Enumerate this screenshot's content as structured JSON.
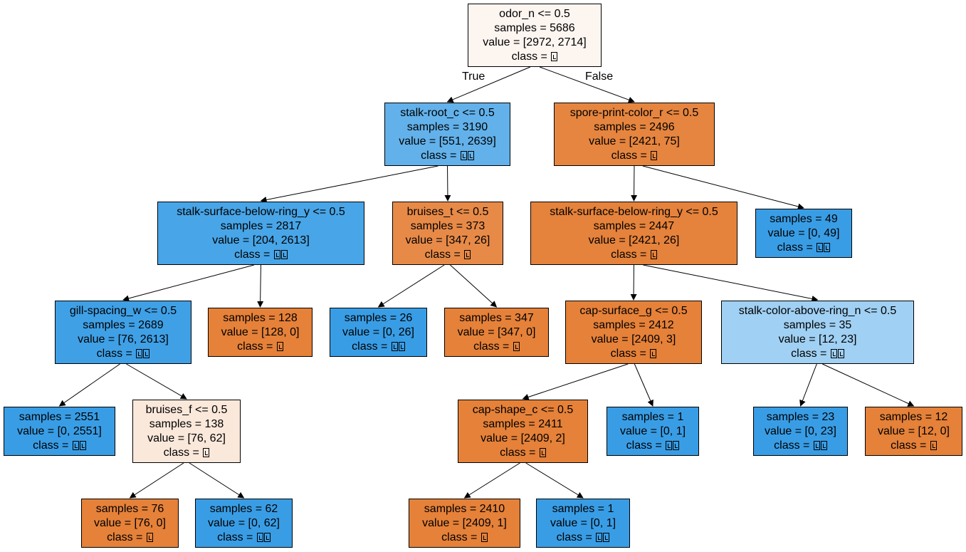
{
  "tree": {
    "nodes": [
      {
        "id": "n0",
        "lines": [
          "odor_n <= 0.5",
          "samples = 5686",
          "value = [2972, 2714]"
        ],
        "class_label": "class = ",
        "class_glyphs": 1,
        "fill": "#fdf5f0"
      },
      {
        "id": "n1",
        "lines": [
          "stalk-root_c <= 0.5",
          "samples = 3190",
          "value = [551, 2639]"
        ],
        "class_label": "class = ",
        "class_glyphs": 2,
        "fill": "#62b1ea"
      },
      {
        "id": "n2",
        "lines": [
          "spore-print-color_r <= 0.5",
          "samples = 2496",
          "value = [2421, 75]"
        ],
        "class_label": "class = ",
        "class_glyphs": 1,
        "fill": "#e6853f"
      },
      {
        "id": "n3",
        "lines": [
          "stalk-surface-below-ring_y <= 0.5",
          "samples = 2817",
          "value = [204, 2613]"
        ],
        "class_label": "class = ",
        "class_glyphs": 2,
        "fill": "#48a5e7"
      },
      {
        "id": "n4",
        "lines": [
          "bruises_t <= 0.5",
          "samples = 373",
          "value = [347, 26]"
        ],
        "class_label": "class = ",
        "class_glyphs": 1,
        "fill": "#e78a48"
      },
      {
        "id": "n5",
        "lines": [
          "stalk-surface-below-ring_y <= 0.5",
          "samples = 2447",
          "value = [2421, 26]"
        ],
        "class_label": "class = ",
        "class_glyphs": 1,
        "fill": "#e5823b"
      },
      {
        "id": "n6",
        "lines": [
          "samples = 49",
          "value = [0, 49]"
        ],
        "class_label": "class = ",
        "class_glyphs": 2,
        "fill": "#399de5"
      },
      {
        "id": "n7",
        "lines": [
          "gill-spacing_w <= 0.5",
          "samples = 2689",
          "value = [76, 2613]"
        ],
        "class_label": "class = ",
        "class_glyphs": 2,
        "fill": "#3fa0e6"
      },
      {
        "id": "n8",
        "lines": [
          "samples = 128",
          "value = [128, 0]"
        ],
        "class_label": "class = ",
        "class_glyphs": 1,
        "fill": "#e58139"
      },
      {
        "id": "n9",
        "lines": [
          "samples = 26",
          "value = [0, 26]"
        ],
        "class_label": "class = ",
        "class_glyphs": 2,
        "fill": "#399de5"
      },
      {
        "id": "n10",
        "lines": [
          "samples = 347",
          "value = [347, 0]"
        ],
        "class_label": "class = ",
        "class_glyphs": 1,
        "fill": "#e58139"
      },
      {
        "id": "n11",
        "lines": [
          "cap-surface_g <= 0.5",
          "samples = 2412",
          "value = [2409, 3]"
        ],
        "class_label": "class = ",
        "class_glyphs": 1,
        "fill": "#e58139"
      },
      {
        "id": "n12",
        "lines": [
          "stalk-color-above-ring_n <= 0.5",
          "samples = 35",
          "value = [12, 23]"
        ],
        "class_label": "class = ",
        "class_glyphs": 2,
        "fill": "#a0d0f3"
      },
      {
        "id": "n13",
        "lines": [
          "samples = 2551",
          "value = [0, 2551]"
        ],
        "class_label": "class = ",
        "class_glyphs": 2,
        "fill": "#399de5"
      },
      {
        "id": "n14",
        "lines": [
          "bruises_f <= 0.5",
          "samples = 138",
          "value = [76, 62]"
        ],
        "class_label": "class = ",
        "class_glyphs": 1,
        "fill": "#fae8db"
      },
      {
        "id": "n15",
        "lines": [
          "cap-shape_c <= 0.5",
          "samples = 2411",
          "value = [2409, 2]"
        ],
        "class_label": "class = ",
        "class_glyphs": 1,
        "fill": "#e58139"
      },
      {
        "id": "n16",
        "lines": [
          "samples = 1",
          "value = [0, 1]"
        ],
        "class_label": "class = ",
        "class_glyphs": 2,
        "fill": "#399de5"
      },
      {
        "id": "n17",
        "lines": [
          "samples = 23",
          "value = [0, 23]"
        ],
        "class_label": "class = ",
        "class_glyphs": 2,
        "fill": "#399de5"
      },
      {
        "id": "n18",
        "lines": [
          "samples = 12",
          "value = [12, 0]"
        ],
        "class_label": "class = ",
        "class_glyphs": 1,
        "fill": "#e58139"
      },
      {
        "id": "n19",
        "lines": [
          "samples = 76",
          "value = [76, 0]"
        ],
        "class_label": "class = ",
        "class_glyphs": 1,
        "fill": "#e58139"
      },
      {
        "id": "n20",
        "lines": [
          "samples = 62",
          "value = [0, 62]"
        ],
        "class_label": "class = ",
        "class_glyphs": 2,
        "fill": "#399de5"
      },
      {
        "id": "n21",
        "lines": [
          "samples = 2410",
          "value = [2409, 1]"
        ],
        "class_label": "class = ",
        "class_glyphs": 1,
        "fill": "#e58139"
      },
      {
        "id": "n22",
        "lines": [
          "samples = 1",
          "value = [0, 1]"
        ],
        "class_label": "class = ",
        "class_glyphs": 2,
        "fill": "#399de5"
      }
    ],
    "edges": [
      [
        "n0",
        "n1"
      ],
      [
        "n0",
        "n2"
      ],
      [
        "n1",
        "n3"
      ],
      [
        "n1",
        "n4"
      ],
      [
        "n2",
        "n5"
      ],
      [
        "n2",
        "n6"
      ],
      [
        "n3",
        "n7"
      ],
      [
        "n3",
        "n8"
      ],
      [
        "n4",
        "n9"
      ],
      [
        "n4",
        "n10"
      ],
      [
        "n5",
        "n11"
      ],
      [
        "n5",
        "n12"
      ],
      [
        "n7",
        "n13"
      ],
      [
        "n7",
        "n14"
      ],
      [
        "n11",
        "n15"
      ],
      [
        "n11",
        "n16"
      ],
      [
        "n12",
        "n17"
      ],
      [
        "n12",
        "n18"
      ],
      [
        "n14",
        "n19"
      ],
      [
        "n14",
        "n20"
      ],
      [
        "n15",
        "n21"
      ],
      [
        "n15",
        "n22"
      ]
    ],
    "root_edge_labels": {
      "true_label": "True",
      "false_label": "False"
    }
  }
}
